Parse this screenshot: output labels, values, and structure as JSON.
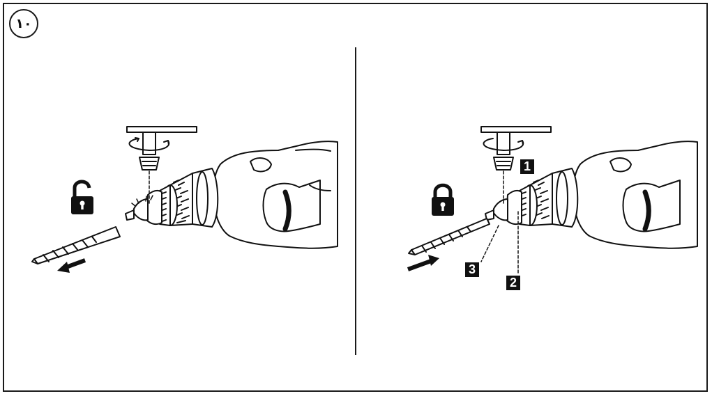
{
  "figure": {
    "number": "١٠"
  },
  "panels": [
    {
      "state": "unlock",
      "icons": [
        "padlock-open-icon",
        "chuck-key-icon",
        "arrow-out-icon"
      ]
    },
    {
      "state": "lock",
      "icons": [
        "padlock-closed-icon",
        "chuck-key-icon",
        "arrow-in-icon"
      ]
    }
  ],
  "steps": [
    {
      "label": "1"
    },
    {
      "label": "2"
    },
    {
      "label": "3"
    }
  ],
  "colors": {
    "ink": "#111111",
    "paper": "#ffffff"
  }
}
